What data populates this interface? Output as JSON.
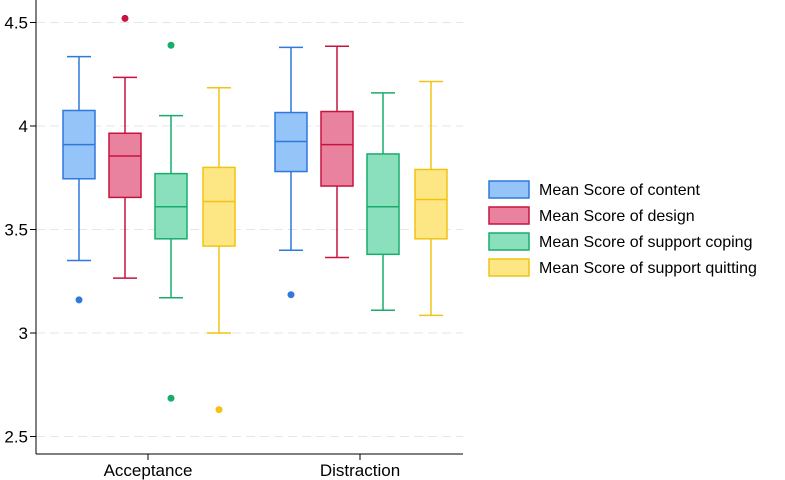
{
  "chart_data": {
    "type": "box",
    "title": "",
    "xlabel": "",
    "ylabel": "",
    "categories": [
      "Acceptance",
      "Distraction"
    ],
    "ylim": [
      2.42,
      4.6
    ],
    "yticks": [
      "2.5",
      "3",
      "3.5",
      "4",
      "4.5"
    ],
    "grid": true,
    "legend_position": "right",
    "series": [
      {
        "name": "Mean Score of content",
        "fill": "#94c4f8",
        "stroke": "#2f78e0",
        "boxes": [
          {
            "min": 3.35,
            "q1": 3.745,
            "median": 3.91,
            "q3": 4.075,
            "max": 4.335,
            "outliers": [
              3.16
            ]
          },
          {
            "min": 3.4,
            "q1": 3.78,
            "median": 3.925,
            "q3": 4.065,
            "max": 4.38,
            "outliers": [
              3.185
            ]
          }
        ]
      },
      {
        "name": "Mean Score of design",
        "fill": "#e8829f",
        "stroke": "#c7133e",
        "boxes": [
          {
            "min": 3.265,
            "q1": 3.655,
            "median": 3.855,
            "q3": 3.965,
            "max": 4.235,
            "outliers": [
              4.52
            ]
          },
          {
            "min": 3.365,
            "q1": 3.71,
            "median": 3.91,
            "q3": 4.07,
            "max": 4.385,
            "outliers": []
          }
        ]
      },
      {
        "name": "Mean Score of support coping",
        "fill": "#8ae0bd",
        "stroke": "#18ac6a",
        "boxes": [
          {
            "min": 3.17,
            "q1": 3.455,
            "median": 3.61,
            "q3": 3.77,
            "max": 4.05,
            "outliers": [
              4.39,
              2.685
            ]
          },
          {
            "min": 3.11,
            "q1": 3.38,
            "median": 3.61,
            "q3": 3.865,
            "max": 4.16,
            "outliers": []
          }
        ]
      },
      {
        "name": "Mean Score of support quitting",
        "fill": "#fde784",
        "stroke": "#f2c314",
        "boxes": [
          {
            "min": 3.0,
            "q1": 3.42,
            "median": 3.635,
            "q3": 3.8,
            "max": 4.185,
            "outliers": [
              2.63
            ]
          },
          {
            "min": 3.085,
            "q1": 3.455,
            "median": 3.645,
            "q3": 3.79,
            "max": 4.215,
            "outliers": []
          }
        ]
      }
    ]
  }
}
